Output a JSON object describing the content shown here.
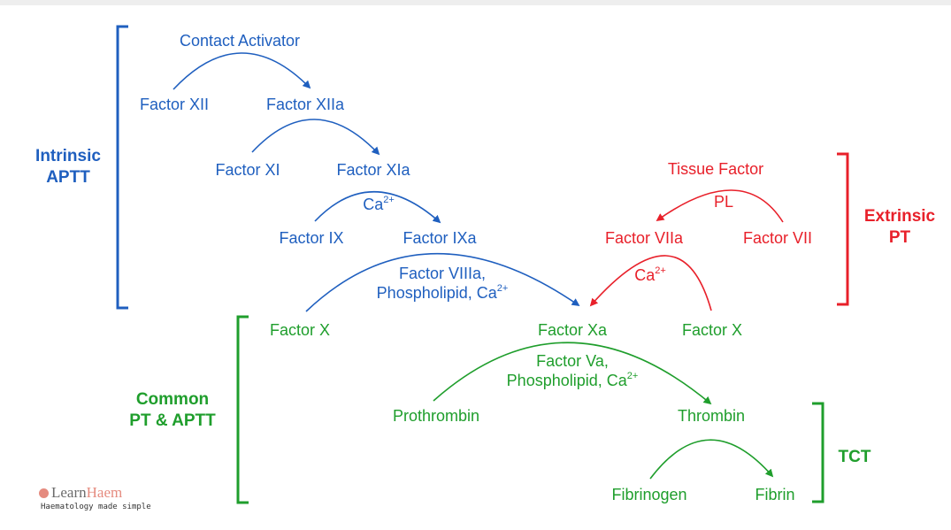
{
  "colors": {
    "intrinsic": "#1f5fbf",
    "extrinsic": "#e8202a",
    "common": "#1f9e2c"
  },
  "intrinsic": {
    "title_line1": "Intrinsic",
    "title_line2": "APTT",
    "contact_activator": "Contact Activator",
    "factor_xii": "Factor XII",
    "factor_xiia": "Factor XIIa",
    "factor_xi": "Factor XI",
    "factor_xia": "Factor XIa",
    "calcium_base": "Ca",
    "calcium_charge": "2+",
    "factor_ix": "Factor IX",
    "factor_ixa": "Factor IXa",
    "cofactor_line1": "Factor VIIIa,",
    "cofactor_line2_base": "Phospholipid, Ca",
    "cofactor_line2_charge": "2+"
  },
  "extrinsic": {
    "title_line1": "Extrinsic",
    "title_line2": "PT",
    "tissue_factor": "Tissue Factor",
    "pl": "PL",
    "factor_viia": "Factor VIIa",
    "factor_vii": "Factor VII",
    "calcium_base": "Ca",
    "calcium_charge": "2+"
  },
  "common": {
    "title_line1": "Common",
    "title_line2": "PT & APTT",
    "factor_x_left": "Factor X",
    "factor_xa": "Factor Xa",
    "factor_x_right": "Factor X",
    "cofactor_line1": "Factor Va,",
    "cofactor_line2_base": "Phospholipid, Ca",
    "cofactor_line2_charge": "2+",
    "prothrombin": "Prothrombin",
    "thrombin": "Thrombin",
    "fibrinogen": "Fibrinogen",
    "fibrin": "Fibrin"
  },
  "tct": {
    "title": "TCT"
  },
  "logo": {
    "name_part1": "Learn",
    "name_part2": "Haem",
    "tagline": "Haematology made simple"
  }
}
